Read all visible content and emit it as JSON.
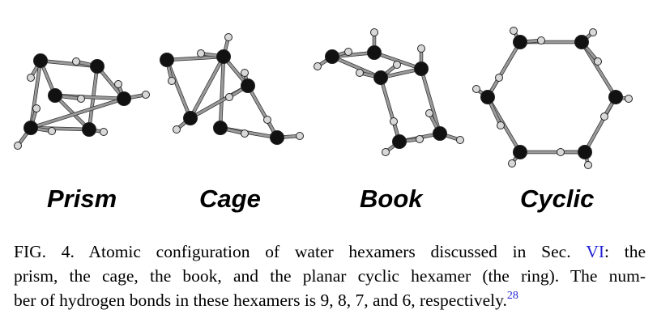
{
  "figure": {
    "panels": [
      {
        "id": "prism",
        "label": "Prism"
      },
      {
        "id": "cage",
        "label": "Cage"
      },
      {
        "id": "book",
        "label": "Book"
      },
      {
        "id": "cyclic",
        "label": "Cyclic"
      }
    ]
  },
  "caption": {
    "line1_prefix": "FIG. 4.  Atomic configuration of water hexamers discussed in Sec. ",
    "section_ref": "VI",
    "line1_suffix": ": the",
    "line2": "prism, the cage, the book, and the planar cyclic hexamer (the ring). The num-",
    "line3": "ber of hydrogen bonds in these hexamers is 9, 8, 7, and 6, respectively.",
    "citation": "28"
  },
  "colors": {
    "oxygen": "#111111",
    "hydrogen": "#d8d8d8",
    "bond": "#666666",
    "link": "#1f1fd6"
  }
}
